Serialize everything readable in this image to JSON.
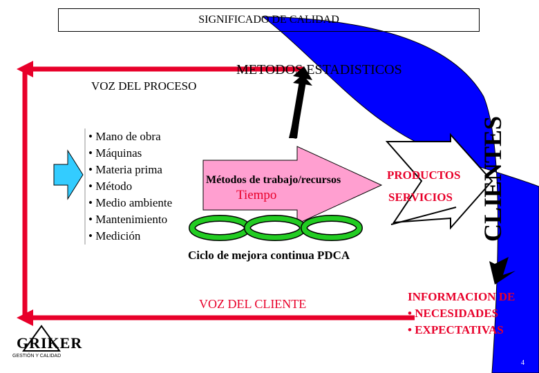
{
  "title": "SIGNIFICADO DE CALIDAD",
  "labels": {
    "metodos_estadisticos": "METODOS ESTADISTICOS",
    "voz_proceso": "VOZ DEL PROCESO",
    "metodos_trabajo": "Métodos de trabajo/recursos",
    "tiempo": "Tiempo",
    "productos": "PRODUCTOS",
    "servicios": "SERVICIOS",
    "clientes": "CLIENTES",
    "ciclo": "Ciclo de mejora continua PDCA",
    "voz_cliente": "VOZ  DEL CLIENTE",
    "informacion": "INFORMACION DE",
    "necesidades": "• NECESIDADES",
    "expectativas": "• EXPECTATIVAS"
  },
  "inputs": [
    "• Mano de obra",
    "• Máquinas",
    "• Materia prima",
    "• Método",
    "• Medio ambiente",
    "• Mantenimiento",
    "• Medición"
  ],
  "logo": {
    "text": "GRIKER",
    "caption": "GESTIÓN Y CALIDAD"
  },
  "page_number": "4",
  "colors": {
    "red": "#e8002a",
    "blue": "#0000ff",
    "pink": "#ff9fd0",
    "cyan": "#33ccff",
    "green": "#22cc22"
  }
}
